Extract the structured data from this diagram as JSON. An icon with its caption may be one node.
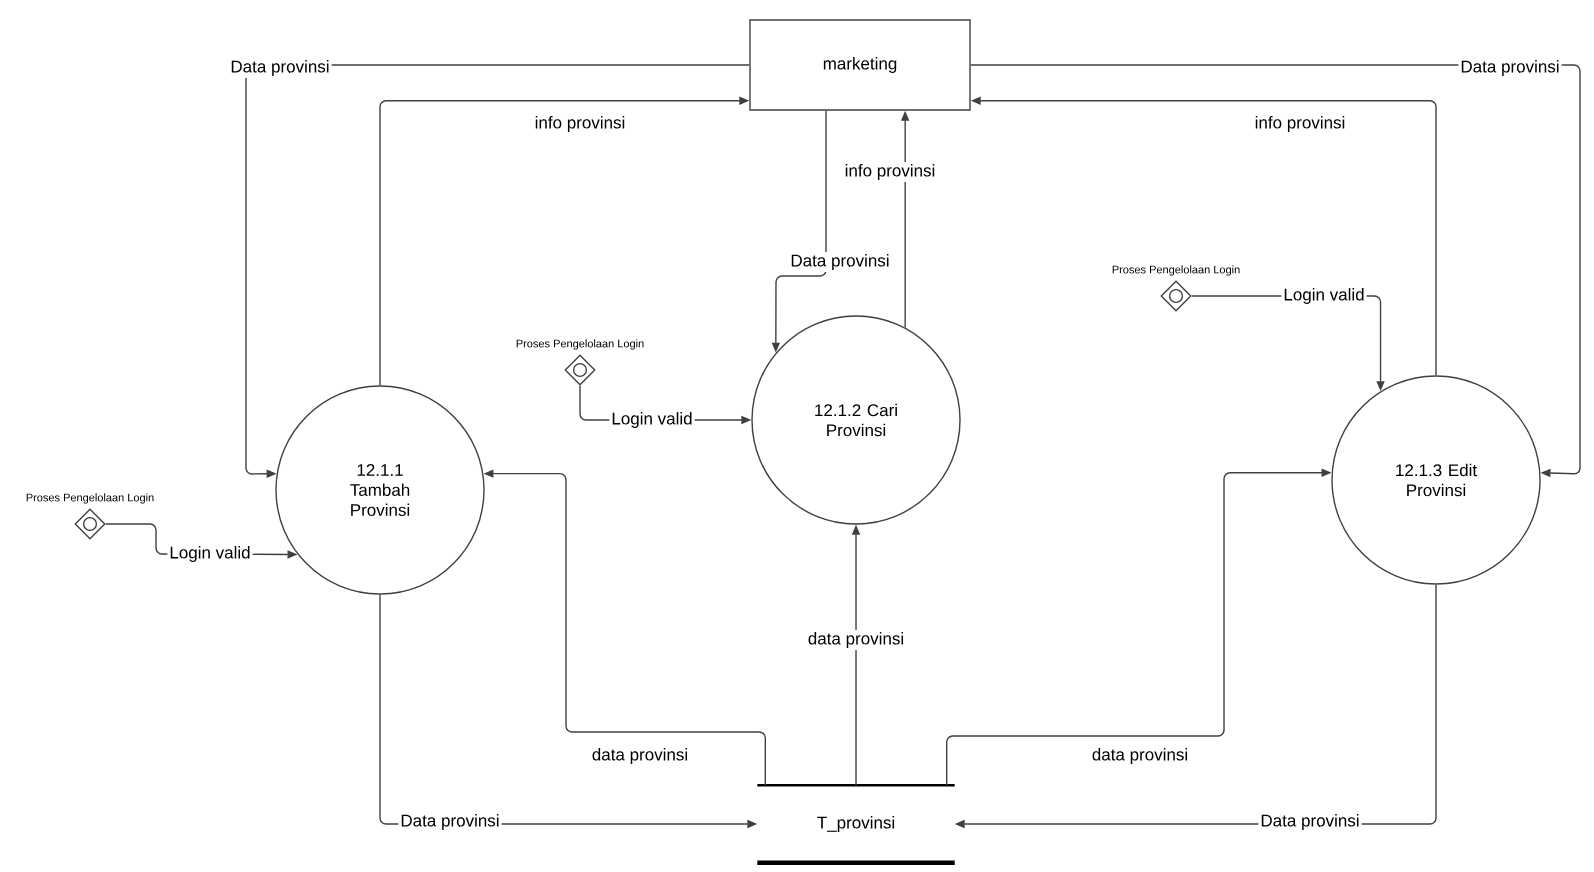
{
  "diagram": {
    "nodes": [
      {
        "text": [
          "marketing"
        ]
      },
      {
        "text": [
          "12.1.1 Tambah Provinsi"
        ]
      },
      {
        "text": [
          "12.1.2 Cari Provinsi"
        ]
      },
      {
        "text": [
          "12.1.3 Edit Provinsi"
        ]
      },
      {
        "text": [
          "T_provinsi"
        ]
      },
      {
        "text": [
          "Proses Pengelolaan Login"
        ]
      },
      {
        "text": [
          "Proses Pengelolaan Login"
        ]
      },
      {
        "text": [
          "Proses Pengelolaan Login"
        ]
      }
    ],
    "edges": [
      {
        "from": 0,
        "to": 1,
        "arrow": "to",
        "label": "Data provinsi"
      },
      {
        "from": 1,
        "to": 0,
        "arrow": "to",
        "label": "info provinsi"
      },
      {
        "from": 0,
        "to": 2,
        "arrow": "to",
        "label": "Data provinsi"
      },
      {
        "from": 2,
        "to": 0,
        "arrow": "to",
        "label": "info provinsi"
      },
      {
        "from": 0,
        "to": 3,
        "arrow": "to",
        "label": "Data provinsi"
      },
      {
        "from": 3,
        "to": 0,
        "arrow": "to",
        "label": "info provinsi"
      },
      {
        "from": 7,
        "to": 3,
        "arrow": "to",
        "label": "Login valid"
      },
      {
        "from": 6,
        "to": 2,
        "arrow": "to",
        "label": "Login valid"
      },
      {
        "from": 5,
        "to": 1,
        "arrow": "to",
        "label": "Login valid"
      },
      {
        "from": 4,
        "to": 1,
        "arrow": "to",
        "label": "data provinsi"
      },
      {
        "from": 4,
        "to": 2,
        "arrow": "to",
        "label": "data provinsi"
      },
      {
        "from": 4,
        "to": 3,
        "arrow": "to",
        "label": "data provinsi"
      },
      {
        "from": 1,
        "to": 4,
        "arrow": "to",
        "label": "Data provinsi"
      },
      {
        "from": 3,
        "to": 4,
        "arrow": "to",
        "label": "Data provinsi"
      }
    ]
  }
}
